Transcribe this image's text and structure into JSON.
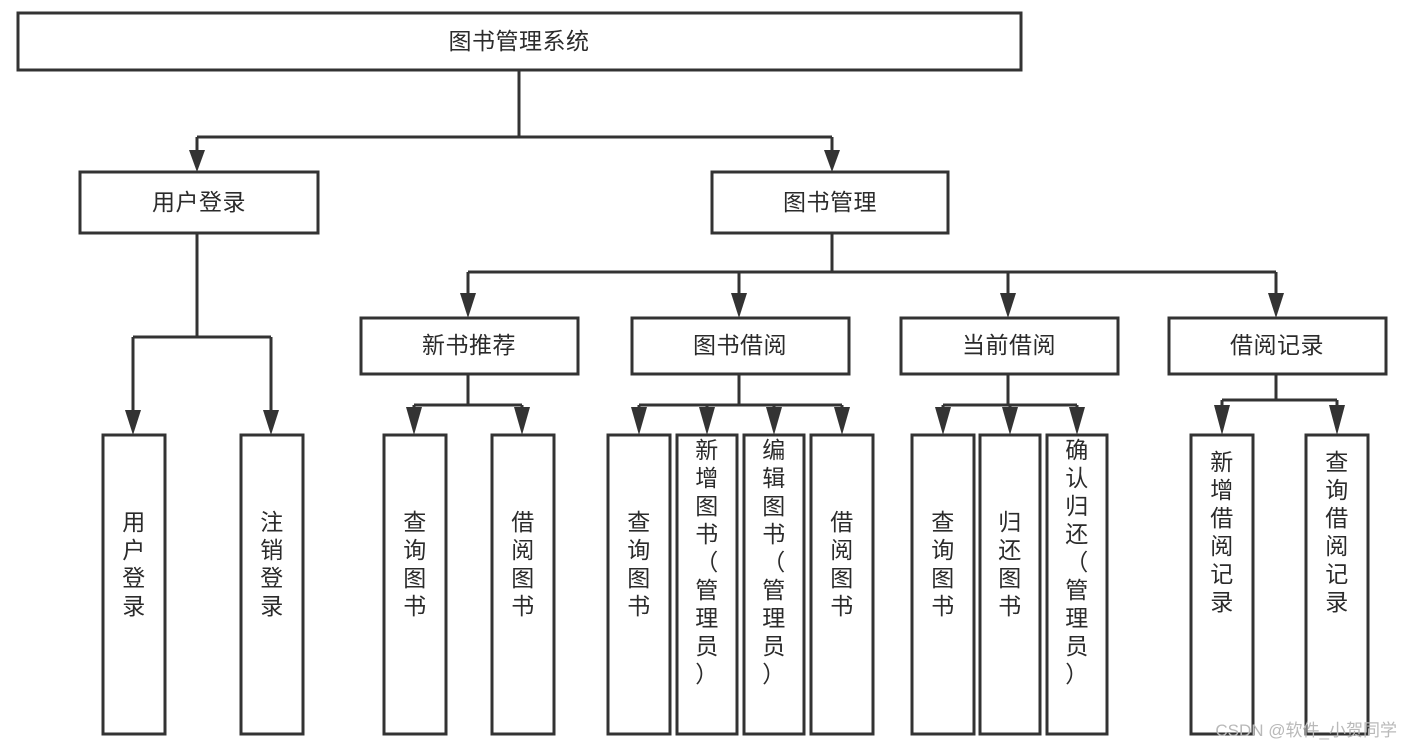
{
  "diagram": {
    "type": "tree-hierarchy",
    "title": "图书管理系统",
    "background_color": "#ffffff",
    "box_stroke_color": "#333333",
    "text_color": "#2b2b2b",
    "nodes": {
      "root": {
        "label": "图书管理系统",
        "level": 1,
        "orientation": "horizontal"
      },
      "user_login": {
        "label": "用户登录",
        "level": 2,
        "orientation": "horizontal"
      },
      "book_manage": {
        "label": "图书管理",
        "level": 2,
        "orientation": "horizontal"
      },
      "new_book_rec": {
        "label": "新书推荐",
        "level": 3,
        "orientation": "horizontal"
      },
      "book_borrow": {
        "label": "图书借阅",
        "level": 3,
        "orientation": "horizontal"
      },
      "current_borrow": {
        "label": "当前借阅",
        "level": 3,
        "orientation": "horizontal"
      },
      "borrow_record": {
        "label": "借阅记录",
        "level": 3,
        "orientation": "horizontal"
      },
      "leaf_user_login": {
        "label": "用户登录",
        "level": 4,
        "orientation": "vertical"
      },
      "leaf_logout": {
        "label": "注销登录",
        "level": 4,
        "orientation": "vertical"
      },
      "leaf_query_book_1": {
        "label": "查询图书",
        "level": 4,
        "orientation": "vertical"
      },
      "leaf_borrow_book_1": {
        "label": "借阅图书",
        "level": 4,
        "orientation": "vertical"
      },
      "leaf_query_book_2": {
        "label": "查询图书",
        "level": 4,
        "orientation": "vertical"
      },
      "leaf_add_book": {
        "label": "新增图书（管理员）",
        "level": 4,
        "orientation": "vertical"
      },
      "leaf_edit_book": {
        "label": "编辑图书（管理员）",
        "level": 4,
        "orientation": "vertical"
      },
      "leaf_borrow_book_2": {
        "label": "借阅图书",
        "level": 4,
        "orientation": "vertical"
      },
      "leaf_query_book_3": {
        "label": "查询图书",
        "level": 4,
        "orientation": "vertical"
      },
      "leaf_return_book": {
        "label": "归还图书",
        "level": 4,
        "orientation": "vertical"
      },
      "leaf_confirm_return": {
        "label": "确认归还（管理员）",
        "level": 4,
        "orientation": "vertical"
      },
      "leaf_add_record": {
        "label": "新增借阅记录",
        "level": 4,
        "orientation": "vertical"
      },
      "leaf_query_record": {
        "label": "查询借阅记录",
        "level": 4,
        "orientation": "vertical"
      }
    },
    "edges": [
      {
        "from": "root",
        "to": "user_login"
      },
      {
        "from": "root",
        "to": "book_manage"
      },
      {
        "from": "user_login",
        "to": "leaf_user_login"
      },
      {
        "from": "user_login",
        "to": "leaf_logout"
      },
      {
        "from": "book_manage",
        "to": "new_book_rec"
      },
      {
        "from": "book_manage",
        "to": "book_borrow"
      },
      {
        "from": "book_manage",
        "to": "current_borrow"
      },
      {
        "from": "book_manage",
        "to": "borrow_record"
      },
      {
        "from": "new_book_rec",
        "to": "leaf_query_book_1"
      },
      {
        "from": "new_book_rec",
        "to": "leaf_borrow_book_1"
      },
      {
        "from": "book_borrow",
        "to": "leaf_query_book_2"
      },
      {
        "from": "book_borrow",
        "to": "leaf_add_book"
      },
      {
        "from": "book_borrow",
        "to": "leaf_edit_book"
      },
      {
        "from": "book_borrow",
        "to": "leaf_borrow_book_2"
      },
      {
        "from": "current_borrow",
        "to": "leaf_query_book_3"
      },
      {
        "from": "current_borrow",
        "to": "leaf_return_book"
      },
      {
        "from": "current_borrow",
        "to": "leaf_confirm_return"
      },
      {
        "from": "borrow_record",
        "to": "leaf_add_record"
      },
      {
        "from": "borrow_record",
        "to": "leaf_query_record"
      }
    ]
  },
  "watermark": {
    "text": "CSDN @软件_小贺同学"
  }
}
